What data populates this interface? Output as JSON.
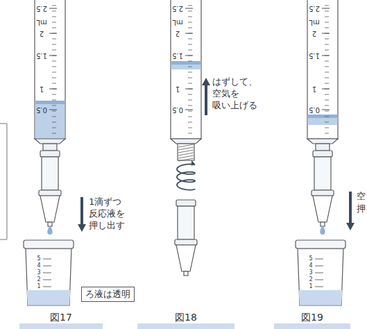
{
  "diagram": {
    "nodes": [
      {
        "text": [
          "ろ液は透明"
        ]
      }
    ],
    "labels": [
      "2.5",
      "mL",
      "2",
      "1.5",
      "1",
      "0.5",
      "1滴ずつ 反応液を 押し出す",
      "5",
      "4",
      "3",
      "2",
      "1",
      "図17",
      "2.5",
      "mL",
      "2",
      "1.5",
      "1",
      "0.5",
      "はずして、 空気を 吸い上げる",
      "図18",
      "2.5",
      "mL",
      "2",
      "1.5",
      "1",
      "0.5",
      "空",
      "押",
      "5",
      "4",
      "3",
      "2",
      "1",
      "図19"
    ]
  }
}
